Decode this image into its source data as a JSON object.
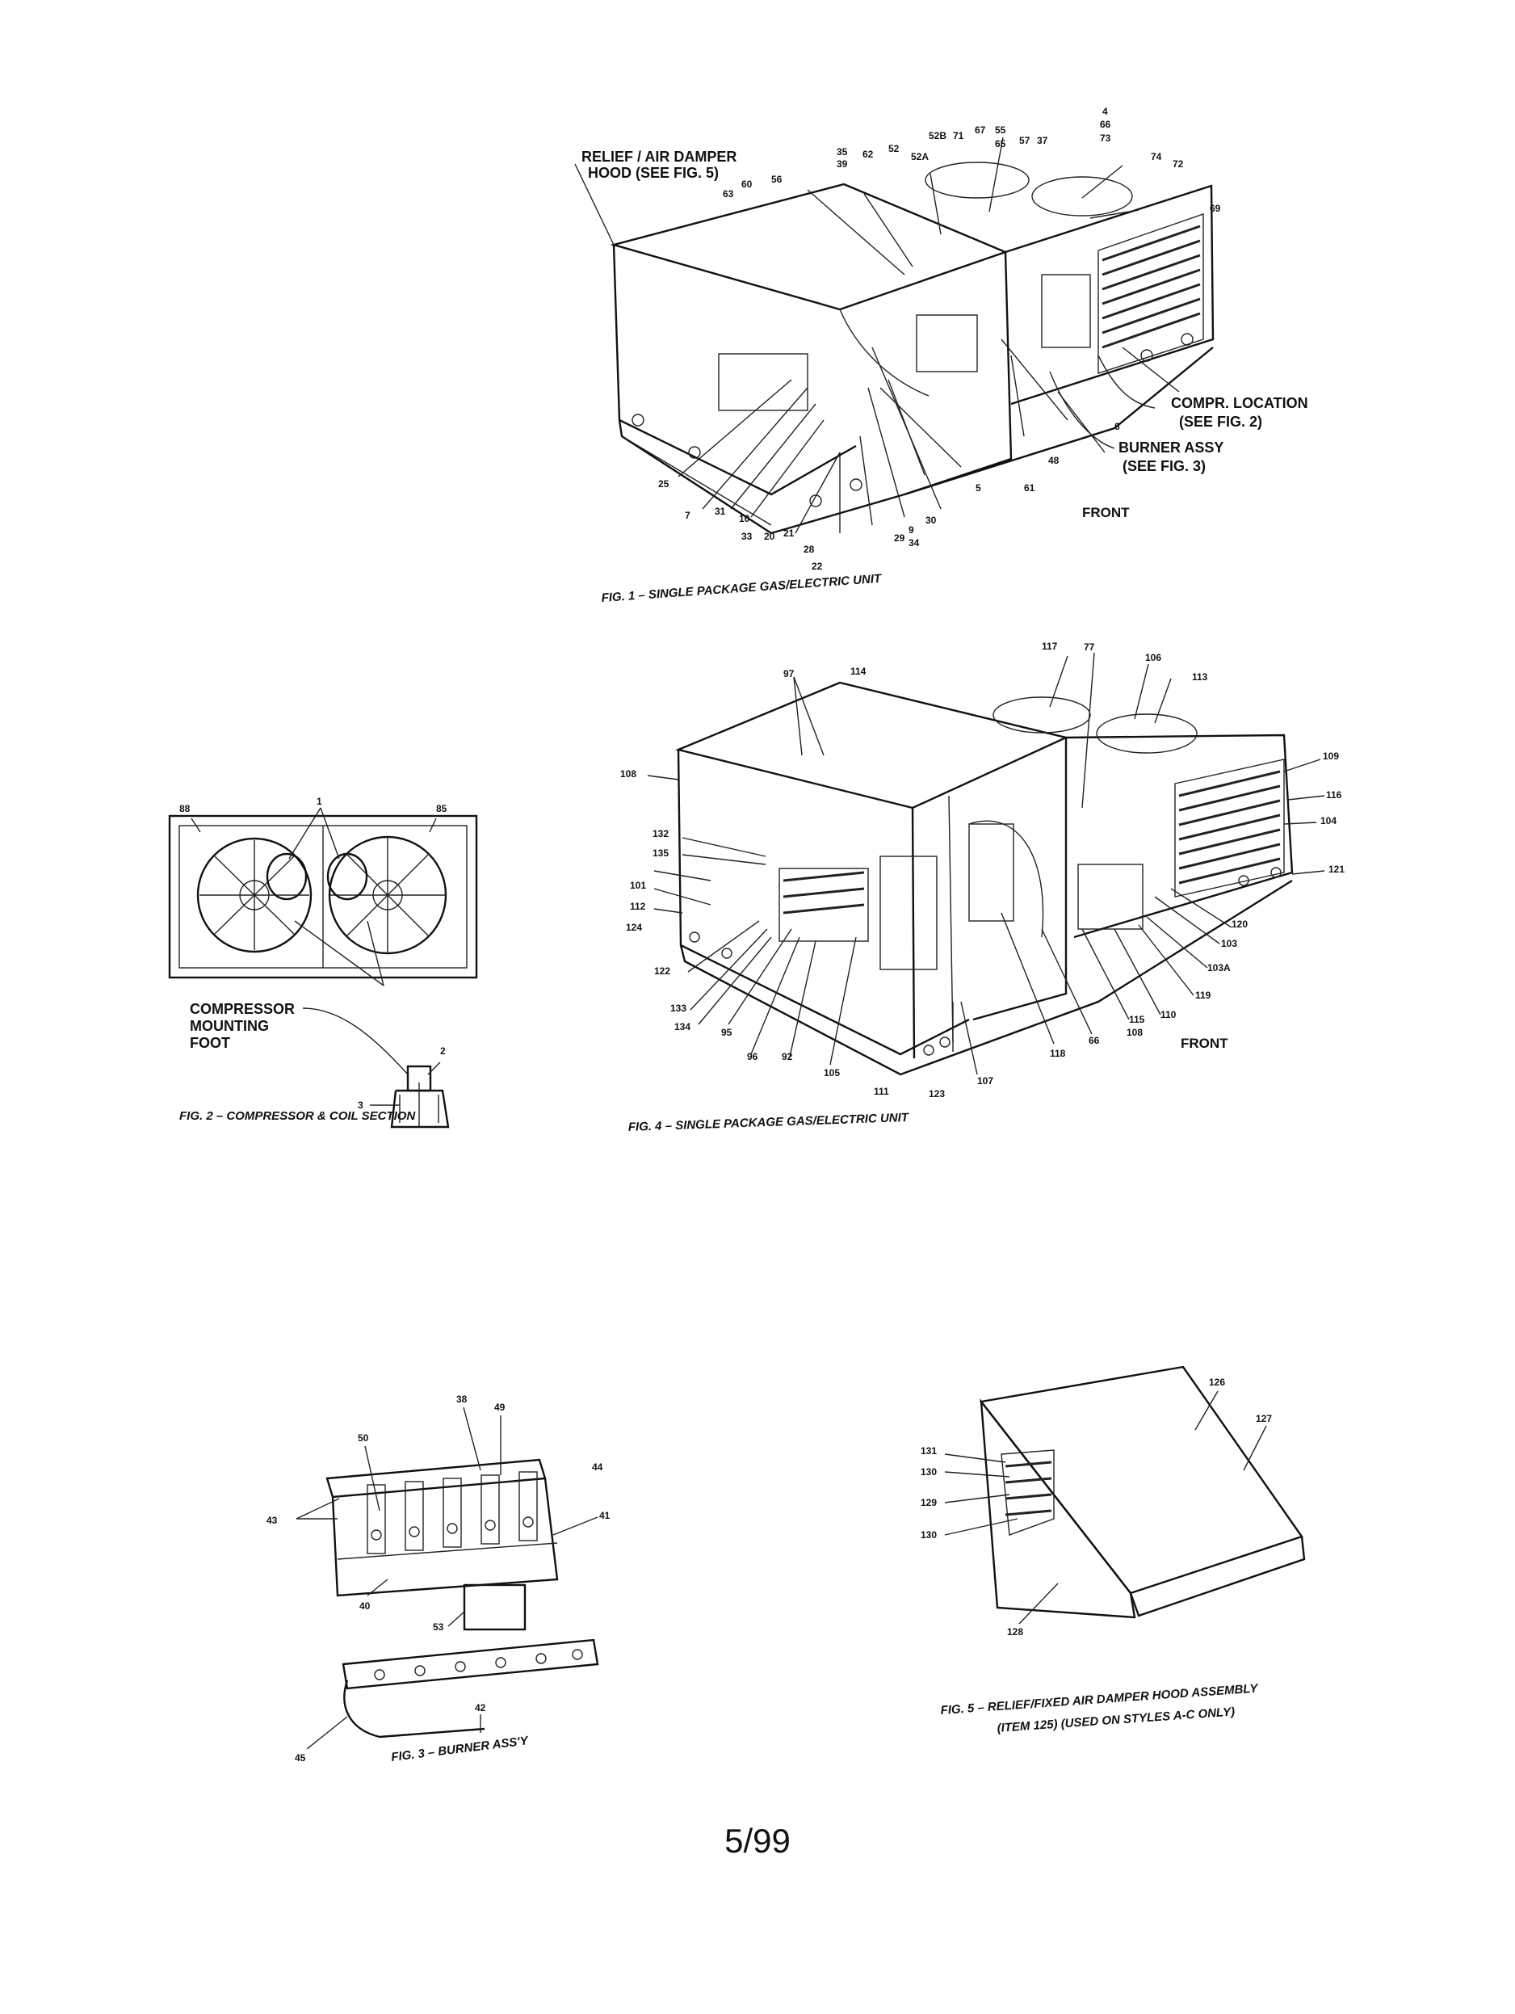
{
  "page_number": "5/99",
  "fig1": {
    "caption": "FIG. 1 – SINGLE PACKAGE GAS/ELECTRIC UNIT",
    "front": "FRONT",
    "callouts": [
      "RELIEF / AIR DAMPER",
      "HOOD (SEE FIG. 5)",
      "COMPR. LOCATION",
      "(SEE FIG. 2)",
      "BURNER ASSY",
      "(SEE FIG. 3)"
    ],
    "part_numbers": [
      "35",
      "39",
      "62",
      "52",
      "52A",
      "52B",
      "71",
      "67",
      "65",
      "55",
      "57",
      "37",
      "4",
      "66",
      "73",
      "74",
      "72",
      "69",
      "63",
      "60",
      "56",
      "6",
      "48",
      "61",
      "5",
      "25",
      "7",
      "31",
      "10",
      "33",
      "20",
      "21",
      "28",
      "22",
      "29",
      "9",
      "34",
      "30"
    ]
  },
  "fig2": {
    "caption": "FIG. 2 – COMPRESSOR & COIL SECTION",
    "callouts": [
      "COMPRESSOR",
      "MOUNTING",
      "FOOT"
    ],
    "part_numbers": [
      "88",
      "1",
      "85",
      "2",
      "3"
    ]
  },
  "fig3": {
    "caption": "FIG. 3 – BURNER ASS'Y",
    "part_numbers": [
      "50",
      "38",
      "49",
      "44",
      "43",
      "41",
      "40",
      "53",
      "42",
      "45"
    ]
  },
  "fig4": {
    "caption": "FIG. 4 – SINGLE PACKAGE GAS/ELECTRIC UNIT",
    "front": "FRONT",
    "part_numbers": [
      "97",
      "114",
      "117",
      "77",
      "106",
      "113",
      "108",
      "109",
      "116",
      "104",
      "121",
      "132",
      "135",
      "101",
      "112",
      "124",
      "120",
      "103",
      "103A",
      "119",
      "110",
      "115",
      "122",
      "133",
      "134",
      "95",
      "96",
      "92",
      "105",
      "111",
      "123",
      "107",
      "118",
      "66",
      "108"
    ]
  },
  "fig5": {
    "caption_line1": "FIG. 5 – RELIEF/FIXED AIR DAMPER HOOD ASSEMBLY",
    "caption_line2": "(ITEM 125) (USED ON STYLES A-C ONLY)",
    "part_numbers": [
      "126",
      "127",
      "131",
      "130",
      "129",
      "130",
      "128"
    ]
  }
}
